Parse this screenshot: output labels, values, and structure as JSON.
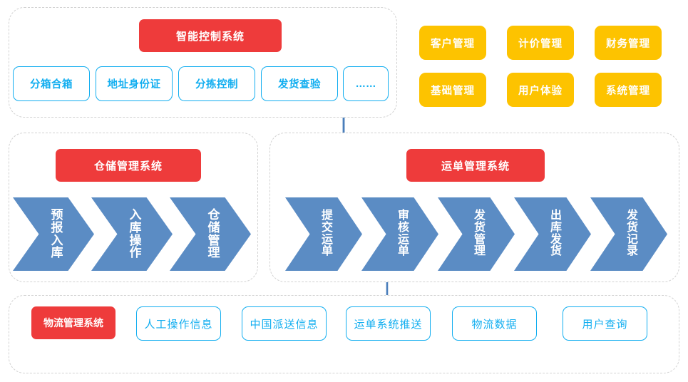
{
  "colors": {
    "red": "#ee3b3b",
    "yellow": "#fdc300",
    "light_blue": "#12aef0",
    "chevron_blue": "#5b8cc4",
    "arrow_blue": "#4a7ebb",
    "panel_border": "#d2d2d2",
    "background": "#ffffff"
  },
  "panels": {
    "intelligent_control": {
      "title": "智能控制系统",
      "modules": [
        {
          "label": "分箱合箱"
        },
        {
          "label": "地址身份证"
        },
        {
          "label": "分拣控制"
        },
        {
          "label": "发货查验"
        },
        {
          "label": "……"
        }
      ]
    },
    "warehouse": {
      "title": "仓储管理系统",
      "steps": [
        {
          "label": "预报入库"
        },
        {
          "label": "入库操作"
        },
        {
          "label": "仓储管理"
        }
      ]
    },
    "waybill": {
      "title": "运单管理系统",
      "steps": [
        {
          "label": "提交运单"
        },
        {
          "label": "审核运单"
        },
        {
          "label": "发货管理"
        },
        {
          "label": "出库发货"
        },
        {
          "label": "发货记录"
        }
      ]
    },
    "logistics": {
      "title": "物流管理系统",
      "sources": [
        {
          "label": "人工操作信息"
        },
        {
          "label": "中国派送信息"
        },
        {
          "label": "运单系统推送"
        }
      ],
      "aggregate": {
        "label": "物流数据"
      },
      "output": {
        "label": "用户查询"
      }
    }
  },
  "management_buttons": [
    {
      "label": "客户管理"
    },
    {
      "label": "计价管理"
    },
    {
      "label": "财务管理"
    },
    {
      "label": "基础管理"
    },
    {
      "label": "用户体验"
    },
    {
      "label": "系统管理"
    }
  ],
  "connectors": [
    {
      "name": "control-to-waybill",
      "kind": "double-arrow-vertical"
    },
    {
      "name": "waybill-to-logistics",
      "kind": "arrow-down"
    },
    {
      "name": "sources-bus-to-data",
      "kind": "bus-arrow-up"
    },
    {
      "name": "data-to-query",
      "kind": "arrow-right"
    }
  ]
}
